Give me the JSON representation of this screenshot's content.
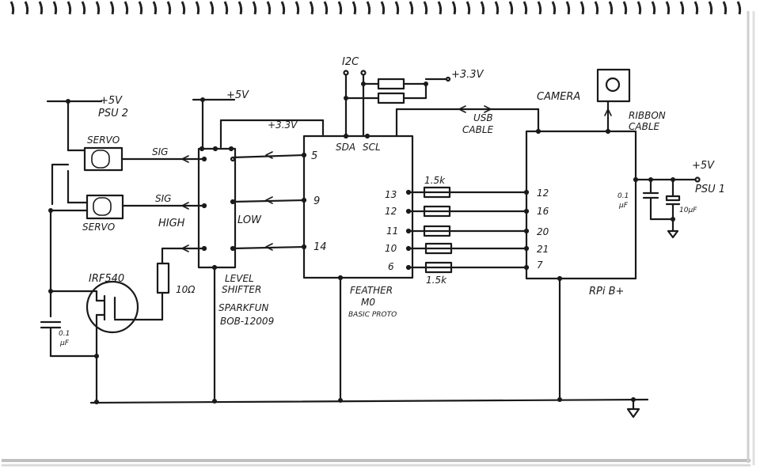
{
  "labels": {
    "psu2_v": "+5V",
    "psu2": "PSU 2",
    "servo1": "SERVO",
    "servo2": "SERVO",
    "sig1": "SIG",
    "sig2": "SIG",
    "high": "HIGH",
    "low": "LOW",
    "ls_v5": "+5V",
    "ls_v33": "+3.3V",
    "ls_name1": "LEVEL",
    "ls_name2": "SHIFTER",
    "ls_name3": "SPARKFUN",
    "ls_name4": "BOB-12009",
    "mosfet": "IRF540",
    "res10": "10Ω",
    "cap_left1": "0.1",
    "cap_left2": "μF",
    "i2c": "I2C",
    "i2c_v": "+3.3V",
    "sda": "SDA",
    "scl": "SCL",
    "usb1": "USB",
    "usb2": "CABLE",
    "camera": "CAMERA",
    "ribbon1": "RIBBON",
    "ribbon2": "CABLE",
    "feather1": "FEATHER",
    "feather2": "M0",
    "feather3": "BASIC PROTO",
    "f_pin5": "5",
    "f_pin9": "9",
    "f_pin14": "14",
    "f_pin13": "13",
    "f_pin12": "12",
    "f_pin11": "11",
    "f_pin10": "10",
    "f_pin6": "6",
    "res_top": "1.5k",
    "res_bot": "1.5k",
    "rpi_pin12": "12",
    "rpi_pin16": "16",
    "rpi_pin20": "20",
    "rpi_pin21": "21",
    "rpi_pin7": "7",
    "rpi": "RPi B+",
    "psu1_v": "+5V",
    "psu1": "PSU 1",
    "cap_r1a": "0.1",
    "cap_r1b": "μF",
    "cap_r2": "10μF"
  }
}
